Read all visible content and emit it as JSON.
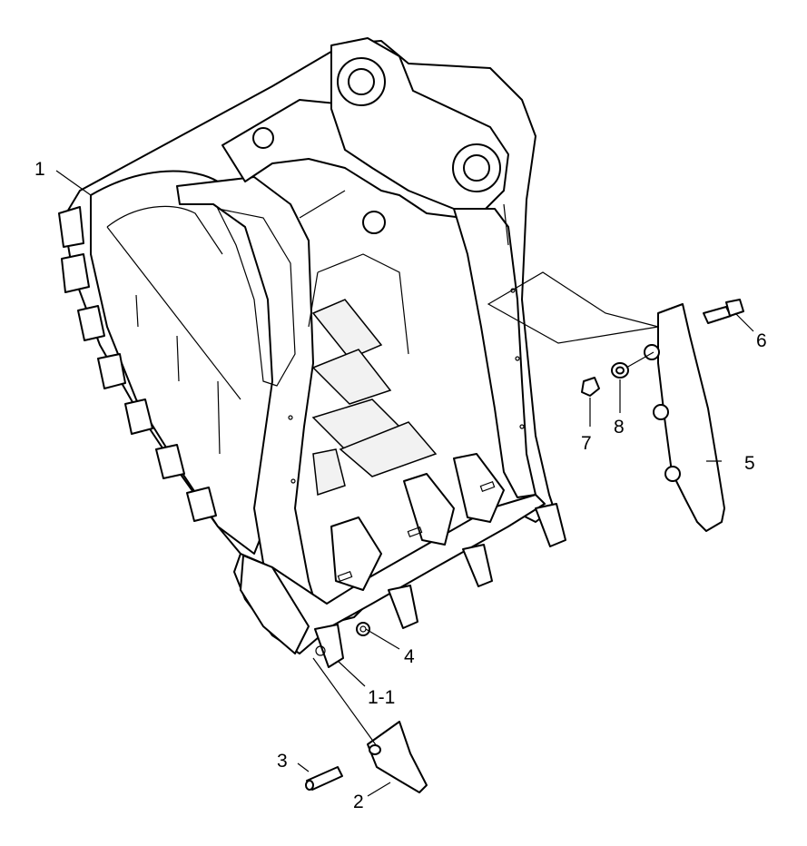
{
  "callouts": [
    {
      "id": "1",
      "label": "1"
    },
    {
      "id": "1-1",
      "label": "1-1"
    },
    {
      "id": "2",
      "label": "2"
    },
    {
      "id": "3",
      "label": "3"
    },
    {
      "id": "4",
      "label": "4"
    },
    {
      "id": "5",
      "label": "5"
    },
    {
      "id": "6",
      "label": "6"
    },
    {
      "id": "7",
      "label": "7"
    },
    {
      "id": "8",
      "label": "8"
    }
  ]
}
